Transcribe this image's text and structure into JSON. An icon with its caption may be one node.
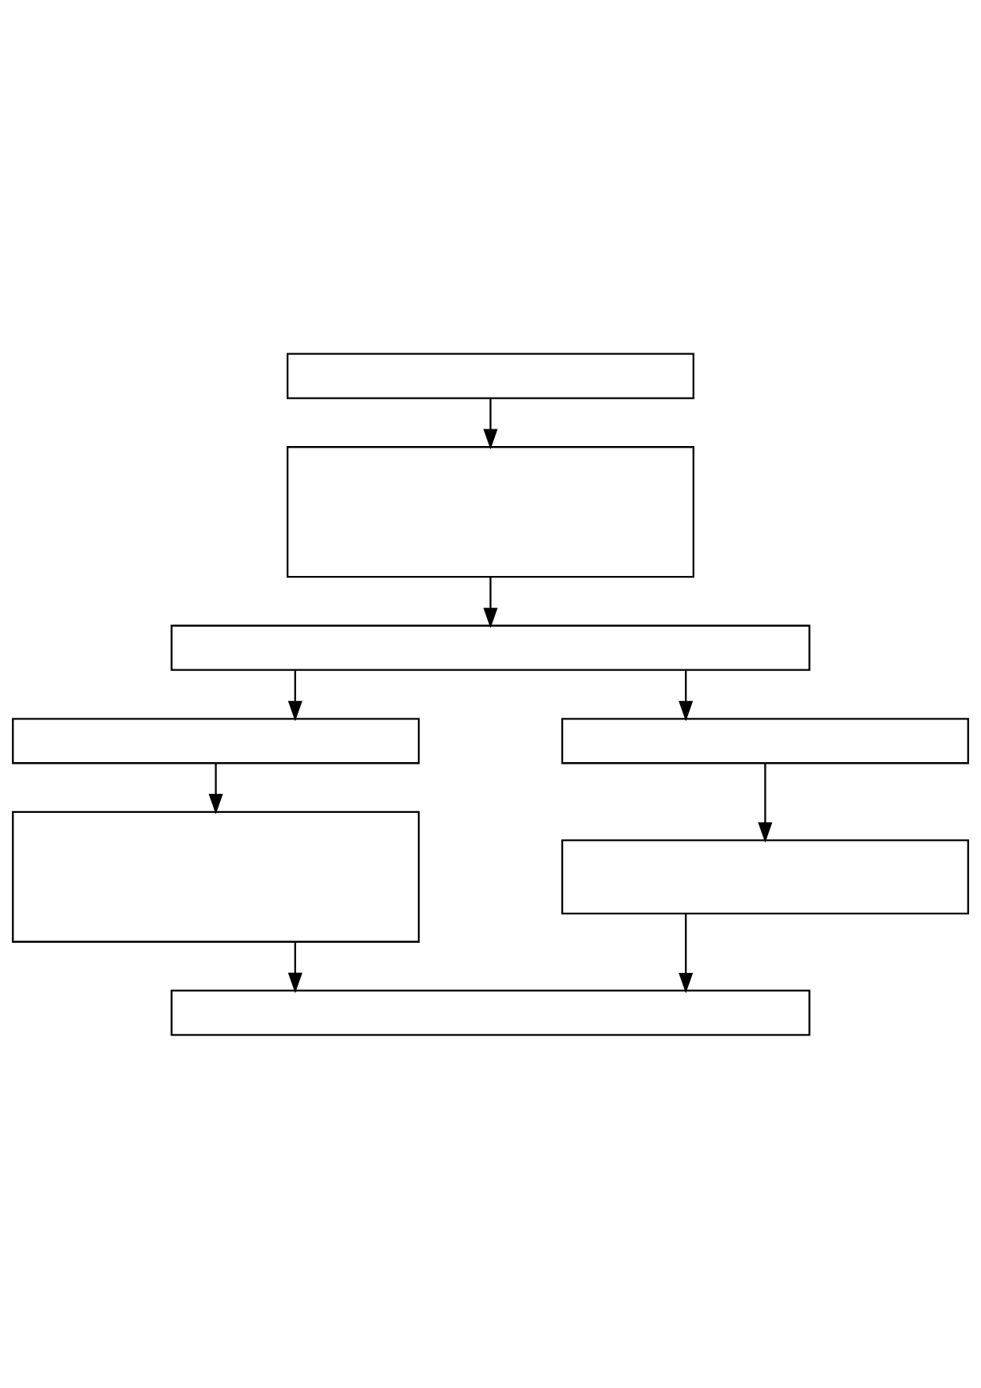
{
  "diagram": {
    "nodes": [
      {
        "text": [],
        "shape": "box"
      },
      {
        "text": [],
        "shape": "box"
      },
      {
        "text": [],
        "shape": "box"
      },
      {
        "text": [],
        "shape": "box"
      },
      {
        "text": [],
        "shape": "box"
      },
      {
        "text": [],
        "shape": "box"
      },
      {
        "text": [],
        "shape": "box"
      },
      {
        "text": [],
        "shape": "box"
      }
    ],
    "edges": [
      {
        "from": 0,
        "to": 1,
        "arrow": "to"
      },
      {
        "from": 1,
        "to": 2,
        "arrow": "to"
      },
      {
        "from": 2,
        "to": 3,
        "arrow": "to"
      },
      {
        "from": 2,
        "to": 4,
        "arrow": "to"
      },
      {
        "from": 3,
        "to": 5,
        "arrow": "to"
      },
      {
        "from": 4,
        "to": 6,
        "arrow": "to"
      },
      {
        "from": 5,
        "to": 7,
        "arrow": "to"
      },
      {
        "from": 6,
        "to": 7,
        "arrow": "to"
      }
    ]
  }
}
